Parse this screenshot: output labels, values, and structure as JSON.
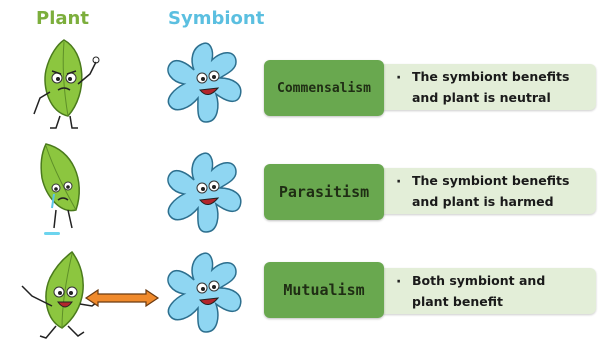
{
  "headers": {
    "plant": "Plant",
    "symbiont": "Symbiont"
  },
  "rows": [
    {
      "label": "Commensalism",
      "bullet": "·",
      "description": "The symbiont benefits\nand plant is neutral"
    },
    {
      "label": "Parasitism",
      "bullet": "·",
      "description": "The symbiont benefits\nand plant is harmed"
    },
    {
      "label": "Mutualism",
      "bullet": "·",
      "description": "Both symbiont and\nplant benefit"
    }
  ],
  "colors": {
    "plant_header": "#7cae3c",
    "symbiont_header": "#5bbfe0",
    "leaf": "#8cc63f",
    "microbe": "#8fd6f2",
    "label_box": "#69a84f",
    "desc_box": "#e3eed8",
    "arrow": "#f08a2c"
  },
  "icons": {
    "row1_plant": "waving-leaf-icon",
    "row2_plant": "crying-leaf-icon",
    "row3_plant": "happy-leaf-icon",
    "symbiont": "smiling-microbe-icon",
    "connector": "double-arrow-icon"
  }
}
